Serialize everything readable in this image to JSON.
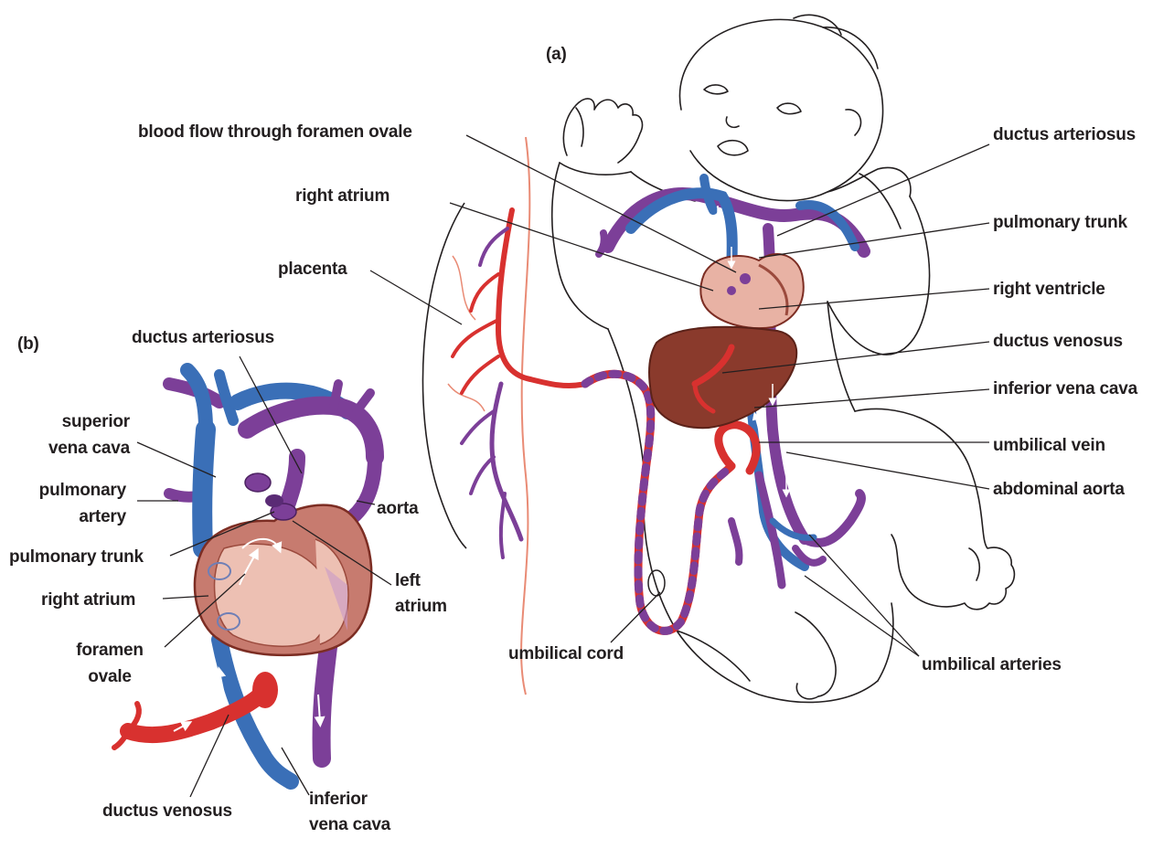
{
  "panel_a": {
    "tag": "(a)",
    "labels": {
      "foramen_flow": "blood flow through foramen ovale",
      "right_atrium": "right atrium",
      "placenta": "placenta",
      "ductus_arteriosus": "ductus arteriosus",
      "pulmonary_trunk": "pulmonary trunk",
      "right_ventricle": "right ventricle",
      "ductus_venosus": "ductus venosus",
      "inferior_vena_cava": "inferior vena cava",
      "umbilical_vein": "umbilical vein",
      "abdominal_aorta": "abdominal aorta",
      "umbilical_cord": "umbilical cord",
      "umbilical_arteries": "umbilical arteries"
    }
  },
  "panel_b": {
    "tag": "(b)",
    "labels": {
      "ductus_arteriosus": "ductus arteriosus",
      "superior_vena_cava_1": "superior",
      "superior_vena_cava_2": "vena cava",
      "pulmonary_artery_1": "pulmonary",
      "pulmonary_artery_2": "artery",
      "aorta": "aorta",
      "pulmonary_trunk": "pulmonary trunk",
      "left_atrium_1": "left",
      "left_atrium_2": "atrium",
      "right_atrium": "right atrium",
      "foramen_ovale_1": "foramen",
      "foramen_ovale_2": "ovale",
      "ductus_venosus": "ductus venosus",
      "inferior_vena_cava_1": "inferior",
      "inferior_vena_cava_2": "vena cava"
    }
  },
  "colors": {
    "vein_blue": "#3a6fb7",
    "artery_red": "#d8312f",
    "mixed_purple": "#7c3f98",
    "heart": "#b7655e",
    "liver": "#8a3a2c",
    "outline": "#231f20"
  }
}
